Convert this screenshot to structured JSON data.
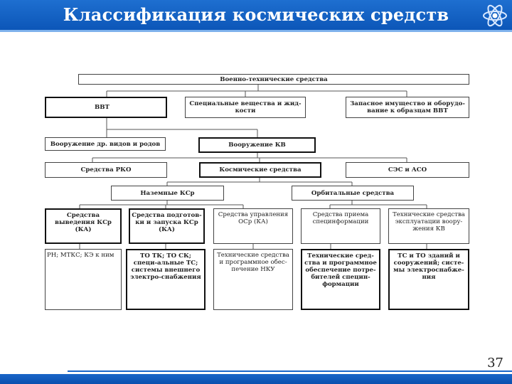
{
  "header": {
    "title": "Классификация космических средств"
  },
  "page_number": "37",
  "diagram": {
    "root": "Военно-технические средства",
    "level1": [
      "ВВТ",
      "Специальные вещества и жид-кости",
      "Запасное имущество и оборудо-вание к образцам ВВТ"
    ],
    "level2": [
      "Вооружение др. видов и родов",
      "Вооружение КВ"
    ],
    "level3": [
      "Средства РКО",
      "Космические средства",
      "СЭС и АСО"
    ],
    "level4": [
      "Наземные КСр",
      "Орбитальные средства"
    ],
    "level5": [
      "Средства выведения КСр (КА)",
      "Средства подготов-ки и запуска КСр (КА)",
      "Средства управления ОСр (КА)",
      "Средства приема специнформации",
      "Технические средства эксплуатации воору-жения КВ"
    ],
    "level6": [
      "РН; МТКС; КЭ к ним",
      "ТО ТК; ТО СК; специ-альные ТС; системы внешнего электро-снабжения",
      "Технические средства и программное обес-печение НКУ",
      "Технические сред-ства и программное обеспечение потре-бителей специн-формации",
      "ТС и ТО зданий и сооружений; систе-мы электроснабже-ния"
    ]
  },
  "colors": {
    "header": "#0c56b8",
    "footer": "#1a66c8",
    "border": "#444444"
  }
}
